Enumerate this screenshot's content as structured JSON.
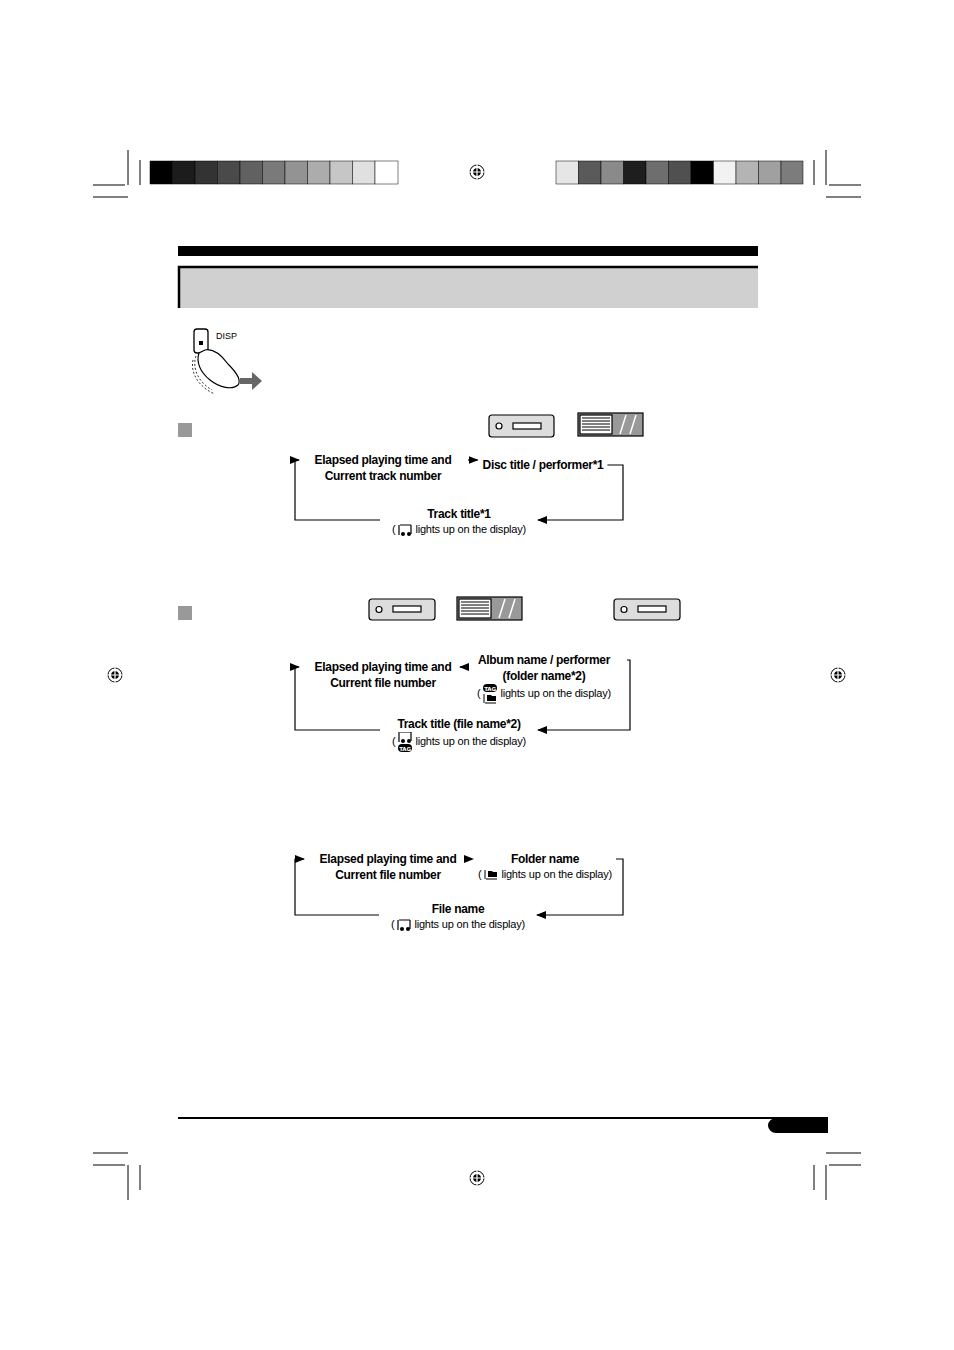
{
  "diagram": {
    "nodes": [
      {
        "text": [
          "Elapsed playing time and Current track number"
        ]
      },
      {
        "text": [
          "Disc title / performer*1"
        ]
      },
      {
        "text": [
          "Track title*1",
          "(",
          "lights up on the display)"
        ]
      },
      {
        "text": [
          "Elapsed playing time and Current file number"
        ]
      },
      {
        "text": [
          "Album name / performer (folder name*2)",
          "(",
          "lights up on the display)"
        ]
      },
      {
        "text": [
          "Track title (file name*2)",
          "(",
          "lights up on the display)"
        ]
      },
      {
        "text": [
          "Elapsed playing time and Current file number"
        ]
      },
      {
        "text": [
          "Folder name",
          "(",
          "lights up on the display)"
        ]
      },
      {
        "text": [
          "File name",
          "(",
          "lights up on the display)"
        ]
      }
    ],
    "edges": [
      {
        "from": 0,
        "to": 1,
        "arrow": "to"
      },
      {
        "from": 1,
        "to": 2,
        "arrow": "to"
      },
      {
        "from": 2,
        "to": 0,
        "arrow": "to"
      },
      {
        "from": 3,
        "to": 4,
        "arrow": "to"
      },
      {
        "from": 4,
        "to": 5,
        "arrow": "to"
      },
      {
        "from": 5,
        "to": 3,
        "arrow": "to"
      },
      {
        "from": 6,
        "to": 7,
        "arrow": "to"
      },
      {
        "from": 7,
        "to": 8,
        "arrow": "to"
      },
      {
        "from": 8,
        "to": 6,
        "arrow": "to"
      }
    ],
    "labels": [
      "DISP"
    ]
  }
}
